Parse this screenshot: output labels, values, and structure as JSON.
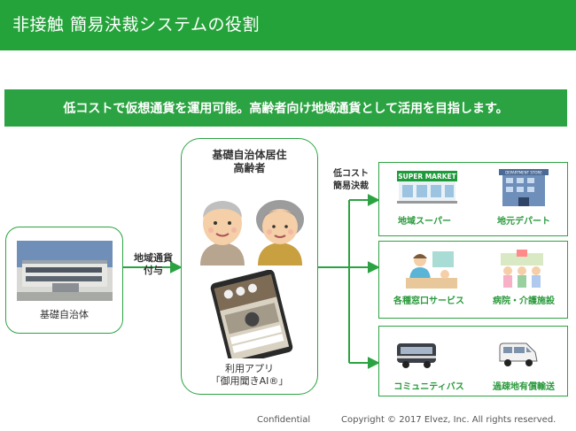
{
  "header": {
    "title": "非接触 簡易決裁システムの役割"
  },
  "banner": {
    "text": "低コストで仮想通貨を運用可能。高齢者向け地域通貨として活用を目指します。"
  },
  "municipality": {
    "label": "基礎自治体"
  },
  "currency": {
    "label_line1": "地域通貨",
    "label_line2": "付与"
  },
  "center": {
    "title_line1": "基礎自治体居住",
    "title_line2": "高齢者",
    "app_line1": "利用アプリ",
    "app_line2": "「御用聞きAI®」"
  },
  "payment": {
    "label_line1": "低コスト",
    "label_line2": "簡易決裁"
  },
  "services": [
    {
      "label": "地域スーパー",
      "icon": "supermarket-icon",
      "sign": "SUPER MARKET"
    },
    {
      "label": "地元デパート",
      "icon": "department-store-icon",
      "sign": "DEPARTMENT STORE"
    },
    {
      "label": "各種窓口サービス",
      "icon": "service-counter-icon"
    },
    {
      "label": "病院・介護施設",
      "icon": "hospital-care-icon"
    },
    {
      "label": "コミュニティバス",
      "icon": "bus-icon"
    },
    {
      "label": "過疎地有償輸送",
      "icon": "van-icon"
    }
  ],
  "footer": {
    "confidential": "Confidential",
    "copyright": "Copyright © 2017 Elvez, Inc. All rights reserved."
  },
  "colors": {
    "green": "#24a33a",
    "label_green": "#2a9a3c"
  }
}
